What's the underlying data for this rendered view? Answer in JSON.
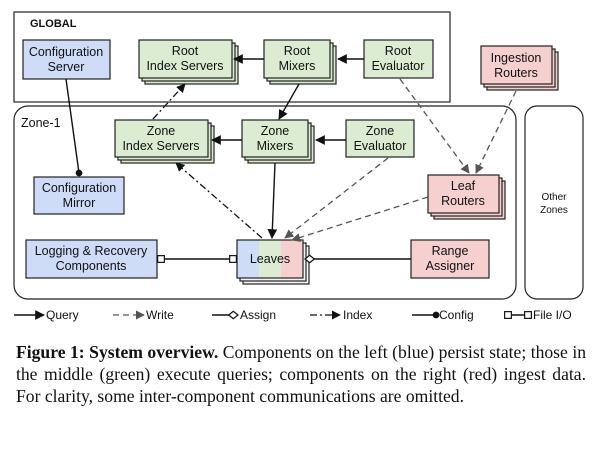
{
  "regions": {
    "global": "GLOBAL",
    "zone": "Zone-1",
    "other_zones_line1": "Other",
    "other_zones_line2": "Zones"
  },
  "components": {
    "configuration_server": [
      "Configuration",
      "Server"
    ],
    "root_index_servers": [
      "Root",
      "Index Servers"
    ],
    "root_mixers": [
      "Root",
      "Mixers"
    ],
    "root_evaluator": [
      "Root",
      "Evaluator"
    ],
    "ingestion_routers": [
      "Ingestion",
      "Routers"
    ],
    "zone_index_servers": [
      "Zone",
      "Index Servers"
    ],
    "zone_mixers": [
      "Zone",
      "Mixers"
    ],
    "zone_evaluator": [
      "Zone",
      "Evaluator"
    ],
    "configuration_mirror": [
      "Configuration",
      "Mirror"
    ],
    "leaf_routers": [
      "Leaf",
      "Routers"
    ],
    "logging_recovery": [
      "Logging & Recovery",
      "Components"
    ],
    "leaves": "Leaves",
    "range_assigner": [
      "Range",
      "Assigner"
    ]
  },
  "legend": {
    "query": "Query",
    "write": "Write",
    "assign": "Assign",
    "index": "Index",
    "config": "Config",
    "file_io": "File I/O"
  },
  "caption": {
    "label": "Figure 1:",
    "title": "System overview.",
    "text": "Components on the left (blue) persist state; those in the middle (green) execute queries; components on the right (red) ingest data. For clarity, some inter-component communications are omitted."
  },
  "colors": {
    "blue": "#cfdcf8",
    "green": "#dbecd2",
    "red": "#f6cfcf",
    "stroke": "#222222",
    "arrow_gray": "#555555"
  }
}
